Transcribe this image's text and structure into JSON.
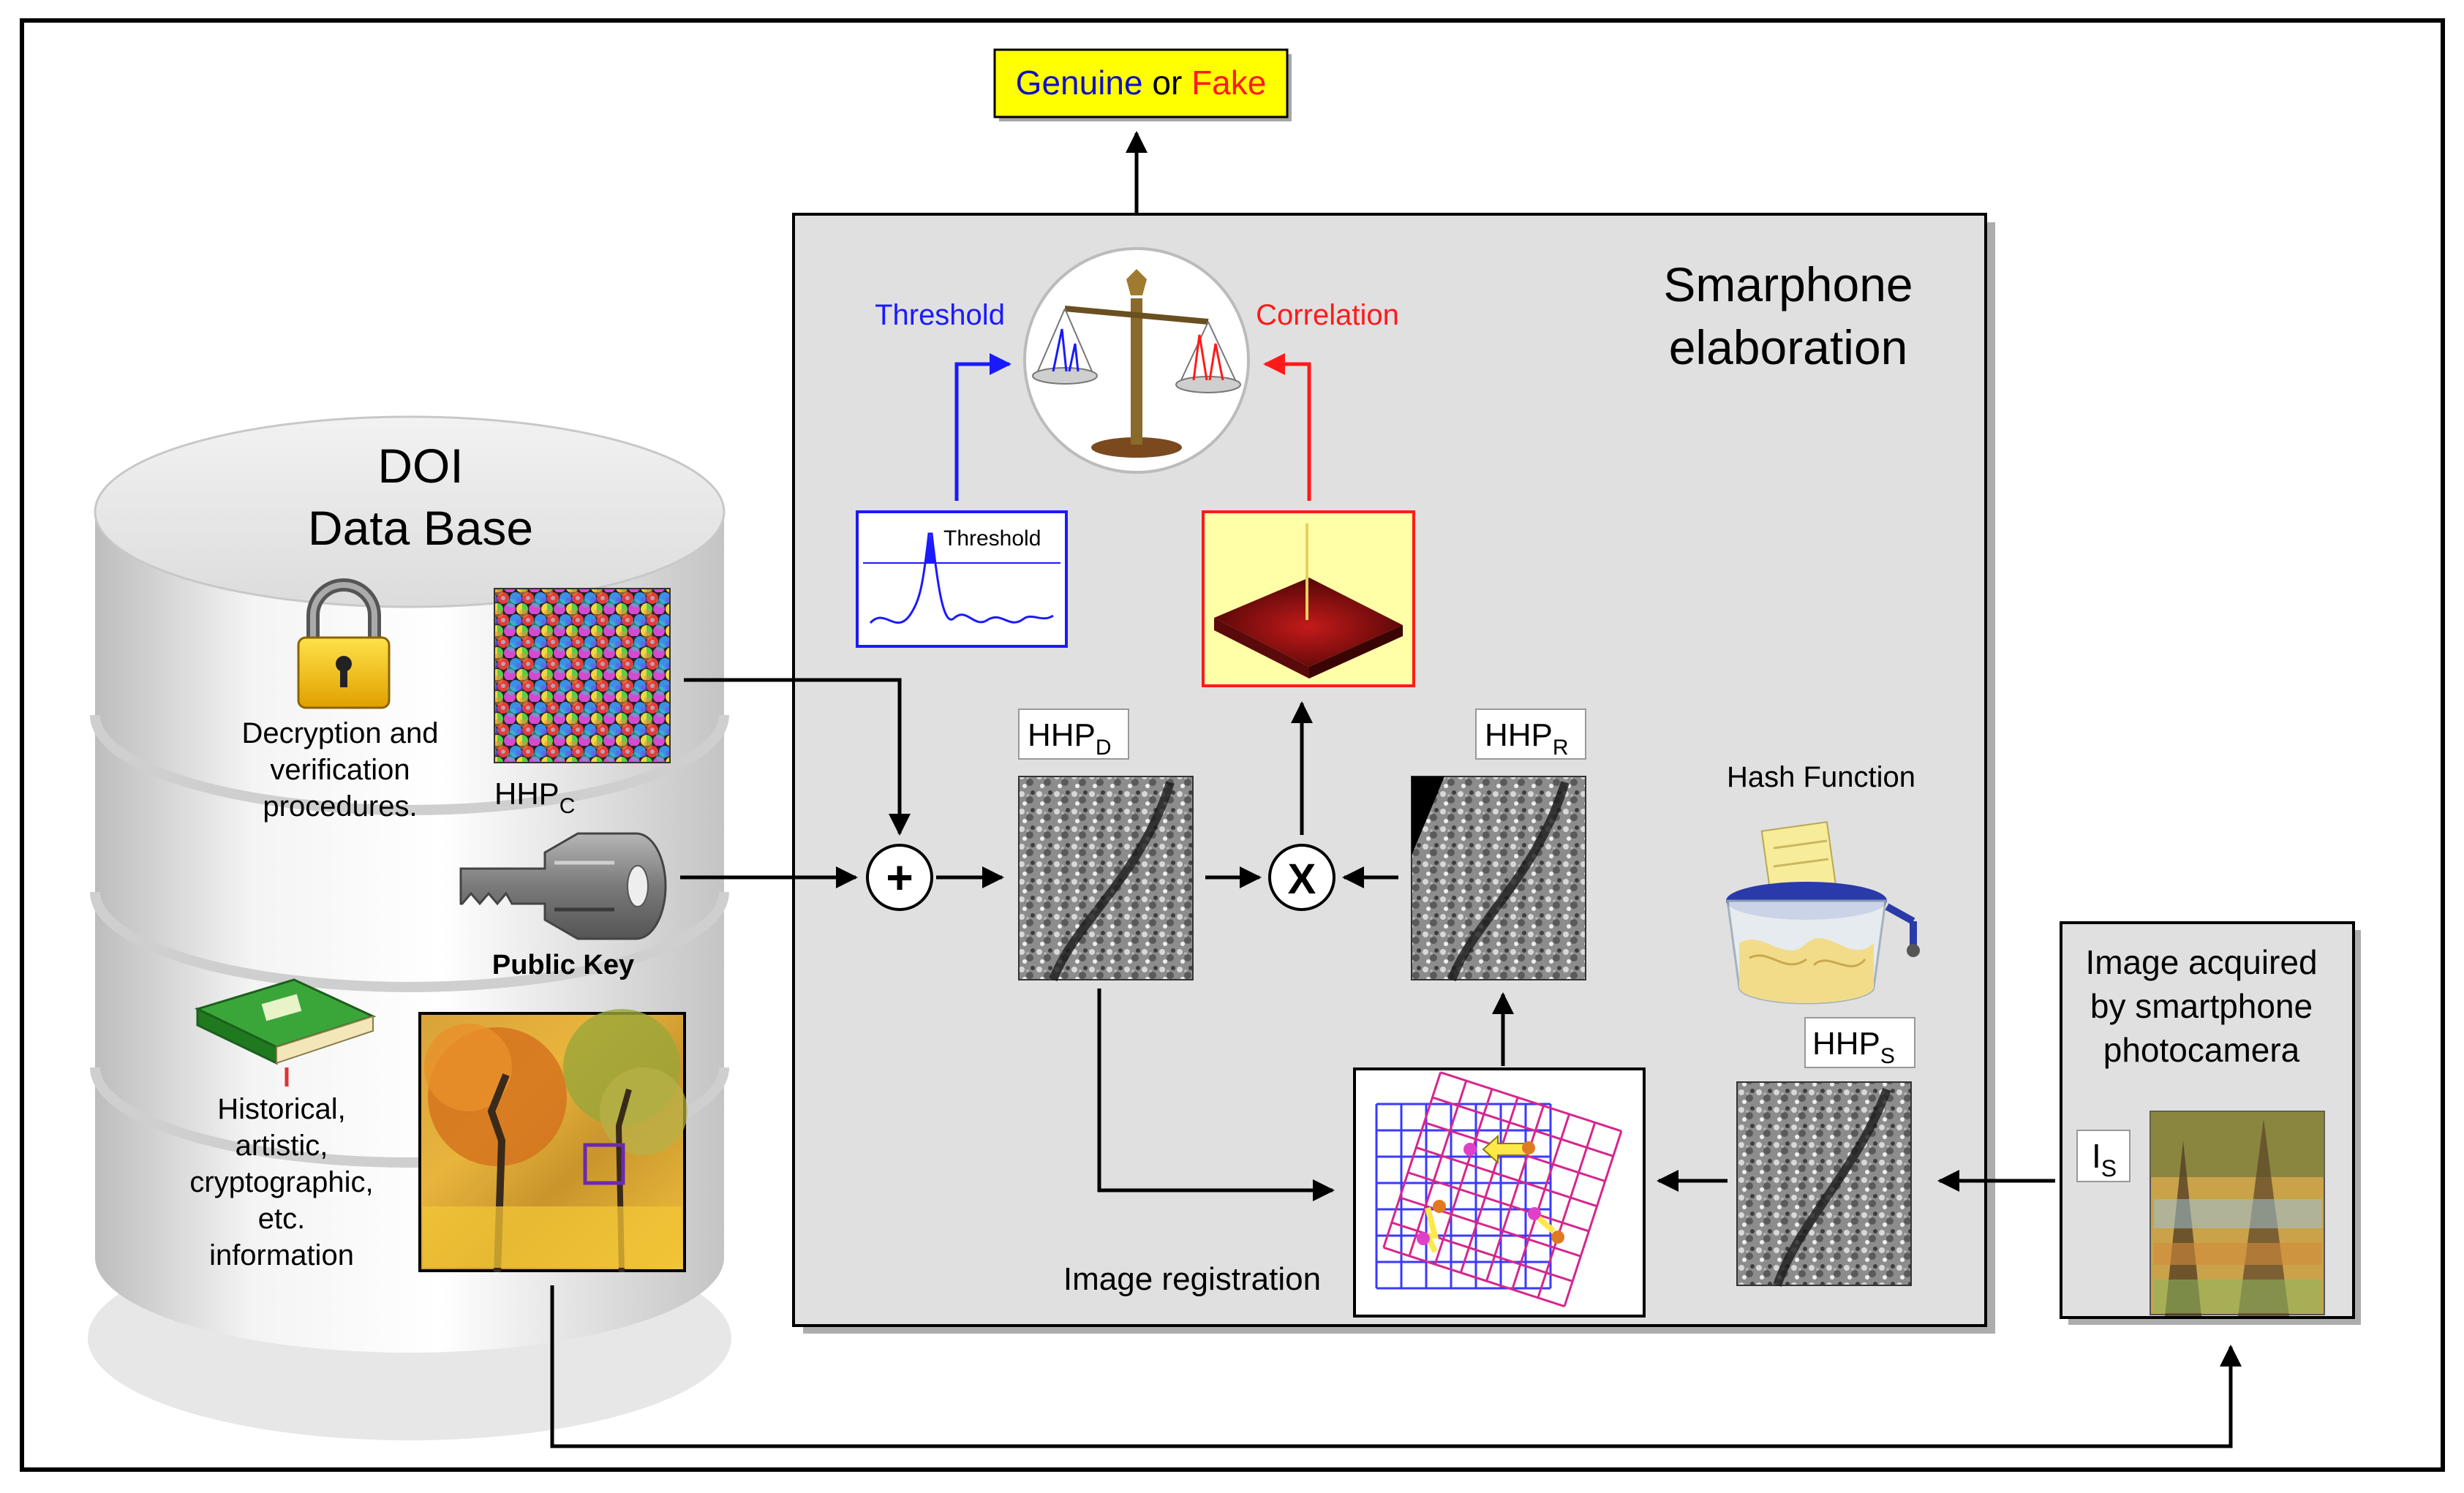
{
  "output": {
    "genuine": "Genuine",
    "or": " or ",
    "fake": "Fake",
    "colors": {
      "genuine": "#1010c8",
      "fake": "#ff1a1a",
      "box": "#ffff00"
    }
  },
  "database": {
    "title_line1": "DOI",
    "title_line2": "Data Base",
    "decryption_line1": "Decryption and",
    "decryption_line2": "verification",
    "decryption_line3": "procedures.",
    "hhp_c_main": "HHP",
    "hhp_c_sub": "C",
    "public_key": "Public Key",
    "info_line1": "Historical,",
    "info_line2": "artistic,",
    "info_line3": "cryptographic,",
    "info_line4": "etc.",
    "info_line5": "information",
    "icons": [
      "lock-icon",
      "key-icon",
      "book-icon"
    ]
  },
  "smartphone": {
    "title_line1": "Smarphone",
    "title_line2": "elaboration",
    "threshold_label": "Threshold",
    "correlation_label": "Correlation",
    "threshold_plot_label": "Threshold",
    "hhp_d_main": "HHP",
    "hhp_d_sub": "D",
    "hhp_r_main": "HHP",
    "hhp_r_sub": "R",
    "hhp_s_main": "HHP",
    "hhp_s_sub": "S",
    "hash_function": "Hash Function",
    "image_registration": "Image registration",
    "plus_symbol": "+",
    "times_symbol": "X",
    "colors": {
      "threshold": "#1a1aff",
      "correlation": "#ff1a1a",
      "panel": "#e0e0e0"
    }
  },
  "acquired": {
    "line1": "Image acquired",
    "line2": "by smartphone",
    "line3": "photocamera",
    "is_main": "I",
    "is_sub": "S"
  }
}
